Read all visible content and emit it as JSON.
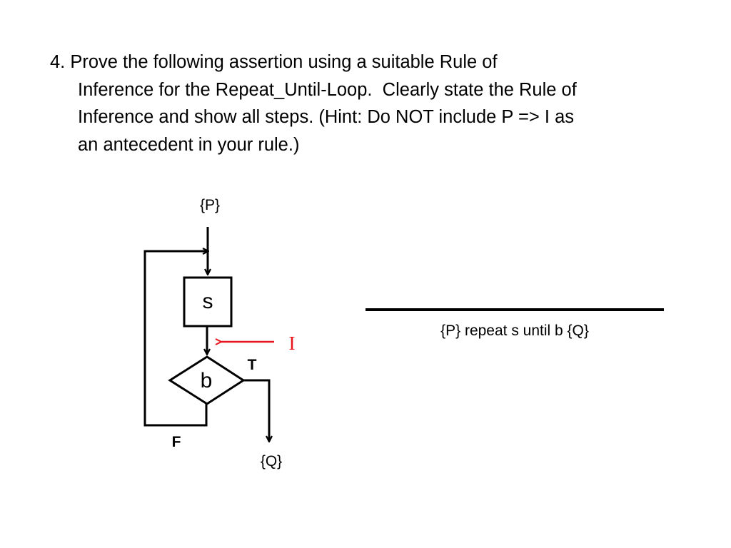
{
  "question": {
    "lines": [
      "4. Prove the following assertion using a suitable Rule of",
      "Inference for the Repeat_Until-Loop.  Clearly state the Rule of",
      "Inference and show all steps. (Hint: Do NOT include P => I as",
      "an antecedent in your rule.)"
    ]
  },
  "flowchart": {
    "precondition": "{P}",
    "statement": "s",
    "condition": "b",
    "invariant": "I",
    "true_label": "T",
    "false_label": "F",
    "postcondition": "{Q}"
  },
  "rule": {
    "conclusion": "{P} repeat s until b {Q}"
  },
  "colors": {
    "text": "#000000",
    "invariant_arrow": "#e8141b",
    "background": "#ffffff"
  }
}
